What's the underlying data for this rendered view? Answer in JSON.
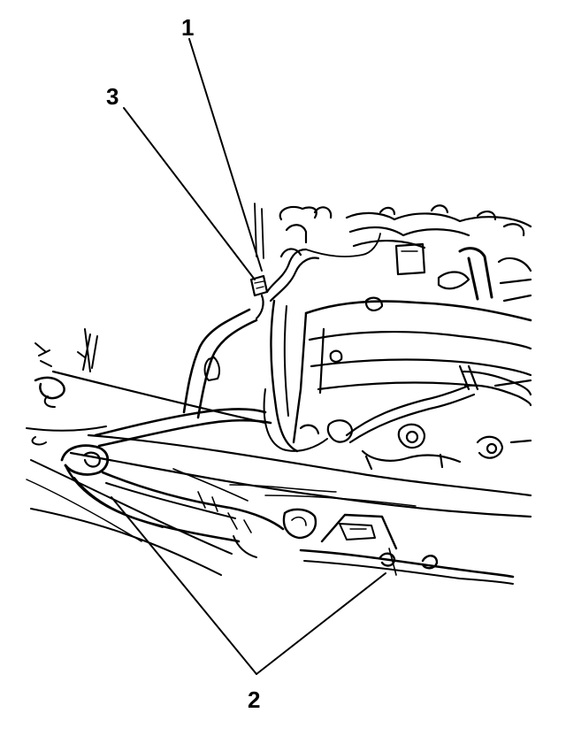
{
  "callouts": {
    "one": "1",
    "two": "2",
    "three": "3"
  },
  "colors": {
    "ink": "#000000",
    "background": "#ffffff"
  }
}
